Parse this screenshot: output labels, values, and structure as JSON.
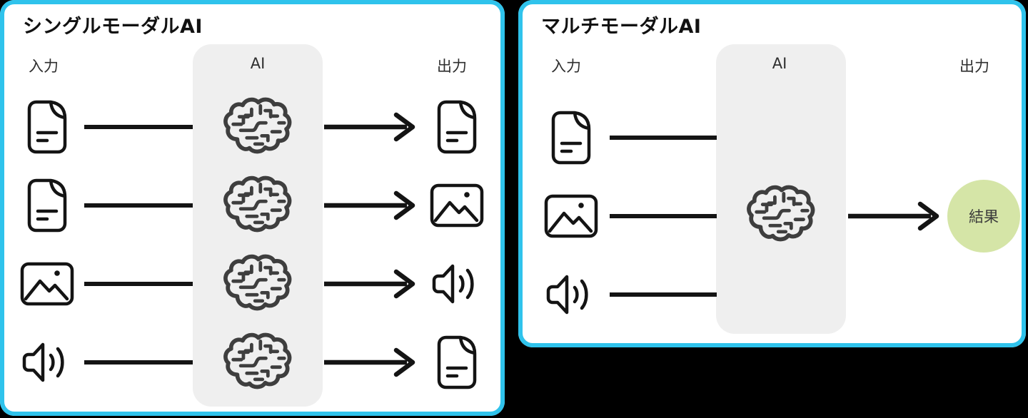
{
  "left_panel": {
    "title": "シングルモーダルAI",
    "headers": {
      "input": "入力",
      "ai": "AI",
      "output": "出力"
    },
    "rows": [
      {
        "input_icon": "document-icon",
        "ai_icon": "brain-circuit-icon",
        "output_icon": "document-icon"
      },
      {
        "input_icon": "document-icon",
        "ai_icon": "brain-circuit-icon",
        "output_icon": "image-icon"
      },
      {
        "input_icon": "image-icon",
        "ai_icon": "brain-circuit-icon",
        "output_icon": "speaker-icon"
      },
      {
        "input_icon": "speaker-icon",
        "ai_icon": "brain-circuit-icon",
        "output_icon": "document-icon"
      }
    ]
  },
  "right_panel": {
    "title": "マルチモーダルAI",
    "headers": {
      "input": "入力",
      "ai": "AI",
      "output": "出力"
    },
    "input_icons": [
      "document-icon",
      "image-icon",
      "speaker-icon"
    ],
    "ai_icon": "brain-circuit-icon",
    "result_label": "結果"
  },
  "colors": {
    "panel_border": "#2fc3ec",
    "panel_background": "#ffffff",
    "canvas_background": "#000000",
    "ai_box_background": "#efefef",
    "icon_stroke": "#141414",
    "brain_stroke": "#3e3e3e",
    "result_circle": "#d5e5a7",
    "title_text": "#111111",
    "header_text": "#2e2e2e"
  }
}
